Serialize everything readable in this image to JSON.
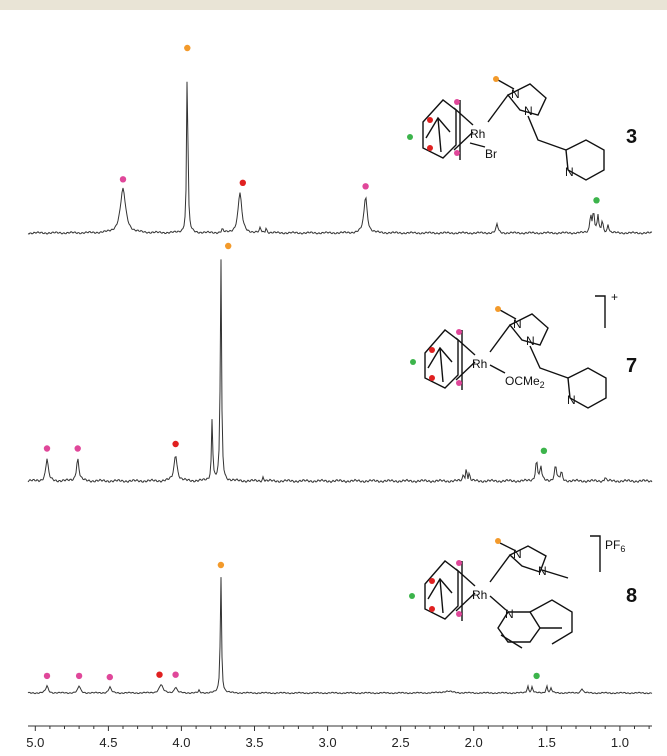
{
  "colors": {
    "background": "#ffffff",
    "spectrum": "#333333",
    "axis": "#333333",
    "orange": "#f39a2b",
    "magenta": "#e0479a",
    "red": "#e02020",
    "green": "#3cb44b",
    "topbar": "#e9e4d6"
  },
  "compounds": [
    {
      "label": "3",
      "charge": "",
      "ligand": "Br",
      "atoms": {
        "n1": "N",
        "n2": "N",
        "rh": "Rh",
        "npy": "N"
      }
    },
    {
      "label": "7",
      "charge": "+",
      "ligand": "OCMe2",
      "ligand_main": "OCMe",
      "ligand_sub": "2",
      "atoms": {
        "n1": "N",
        "n2": "N",
        "rh": "Rh",
        "npy": "N"
      }
    },
    {
      "label": "8",
      "charge": "PF6",
      "charge_main": "PF",
      "charge_sub": "6",
      "ligand": "",
      "atoms": {
        "n1": "N",
        "n2": "N",
        "rh": "Rh",
        "npy": "N"
      }
    }
  ],
  "chart_data": {
    "type": "line",
    "title": "",
    "xlabel": "",
    "ylabel": "",
    "x_axis": {
      "xlim": [
        5.05,
        0.78
      ],
      "reversed": true,
      "tick_values": [
        5.0,
        4.5,
        4.0,
        3.5,
        3.0,
        2.5,
        2.0,
        1.5,
        1.0
      ],
      "tick_labels": [
        "5.0",
        "4.5",
        "4.0",
        "3.5",
        "3.0",
        "2.5",
        "2.0",
        "1.5",
        "1.0"
      ]
    },
    "grid": false,
    "series": [
      {
        "label": "3",
        "peaks": [
          {
            "x": 4.4,
            "h": 0.25,
            "w": 0.022
          },
          {
            "x": 3.96,
            "h": 1.0,
            "w": 0.005
          },
          {
            "x": 3.72,
            "h": 0.02,
            "w": 0.006
          },
          {
            "x": 3.6,
            "h": 0.23,
            "w": 0.015
          },
          {
            "x": 3.46,
            "h": 0.03,
            "w": 0.005
          },
          {
            "x": 3.42,
            "h": 0.03,
            "w": 0.005
          },
          {
            "x": 2.74,
            "h": 0.21,
            "w": 0.013
          },
          {
            "x": 1.84,
            "h": 0.05,
            "w": 0.008
          },
          {
            "x": 1.2,
            "h": 0.11,
            "w": 0.006
          },
          {
            "x": 1.18,
            "h": 0.13,
            "w": 0.006
          },
          {
            "x": 1.15,
            "h": 0.1,
            "w": 0.006
          },
          {
            "x": 1.12,
            "h": 0.07,
            "w": 0.006
          },
          {
            "x": 1.08,
            "h": 0.05,
            "w": 0.006
          }
        ],
        "markers": [
          {
            "x": 3.96,
            "color": "orange"
          },
          {
            "x": 4.4,
            "color": "magenta"
          },
          {
            "x": 3.58,
            "color": "red"
          },
          {
            "x": 2.74,
            "color": "magenta"
          },
          {
            "x": 1.16,
            "color": "green"
          }
        ]
      },
      {
        "label": "7",
        "peaks": [
          {
            "x": 4.92,
            "h": 0.1,
            "w": 0.01
          },
          {
            "x": 4.71,
            "h": 0.1,
            "w": 0.01
          },
          {
            "x": 4.04,
            "h": 0.12,
            "w": 0.012
          },
          {
            "x": 3.79,
            "h": 0.28,
            "w": 0.005
          },
          {
            "x": 3.73,
            "h": 1.0,
            "w": 0.005
          },
          {
            "x": 3.44,
            "h": 0.02,
            "w": 0.005
          },
          {
            "x": 2.07,
            "h": 0.04,
            "w": 0.004
          },
          {
            "x": 2.05,
            "h": 0.07,
            "w": 0.004
          },
          {
            "x": 2.03,
            "h": 0.04,
            "w": 0.004
          },
          {
            "x": 1.57,
            "h": 0.09,
            "w": 0.008
          },
          {
            "x": 1.54,
            "h": 0.06,
            "w": 0.007
          },
          {
            "x": 1.44,
            "h": 0.07,
            "w": 0.008
          },
          {
            "x": 1.4,
            "h": 0.04,
            "w": 0.007
          },
          {
            "x": 1.1,
            "h": 0.02,
            "w": 0.005
          }
        ],
        "markers": [
          {
            "x": 3.68,
            "color": "orange"
          },
          {
            "x": 4.92,
            "color": "magenta"
          },
          {
            "x": 4.71,
            "color": "magenta"
          },
          {
            "x": 4.04,
            "color": "red"
          },
          {
            "x": 1.52,
            "color": "green"
          }
        ]
      },
      {
        "label": "8",
        "peaks": [
          {
            "x": 4.92,
            "h": 0.06,
            "w": 0.01
          },
          {
            "x": 4.7,
            "h": 0.06,
            "w": 0.01
          },
          {
            "x": 4.49,
            "h": 0.05,
            "w": 0.01
          },
          {
            "x": 4.14,
            "h": 0.07,
            "w": 0.015
          },
          {
            "x": 4.04,
            "h": 0.05,
            "w": 0.01
          },
          {
            "x": 3.88,
            "h": 0.02,
            "w": 0.005
          },
          {
            "x": 3.73,
            "h": 1.0,
            "w": 0.005
          },
          {
            "x": 2.18,
            "h": 0.015,
            "w": 0.04
          },
          {
            "x": 1.63,
            "h": 0.06,
            "w": 0.006
          },
          {
            "x": 1.6,
            "h": 0.05,
            "w": 0.006
          },
          {
            "x": 1.5,
            "h": 0.06,
            "w": 0.006
          },
          {
            "x": 1.47,
            "h": 0.04,
            "w": 0.006
          },
          {
            "x": 1.26,
            "h": 0.04,
            "w": 0.008
          }
        ],
        "markers": [
          {
            "x": 3.73,
            "color": "orange"
          },
          {
            "x": 4.92,
            "color": "magenta"
          },
          {
            "x": 4.7,
            "color": "magenta"
          },
          {
            "x": 4.49,
            "color": "magenta"
          },
          {
            "x": 4.15,
            "color": "red"
          },
          {
            "x": 4.04,
            "color": "magenta"
          },
          {
            "x": 1.57,
            "color": "green"
          }
        ]
      }
    ]
  }
}
